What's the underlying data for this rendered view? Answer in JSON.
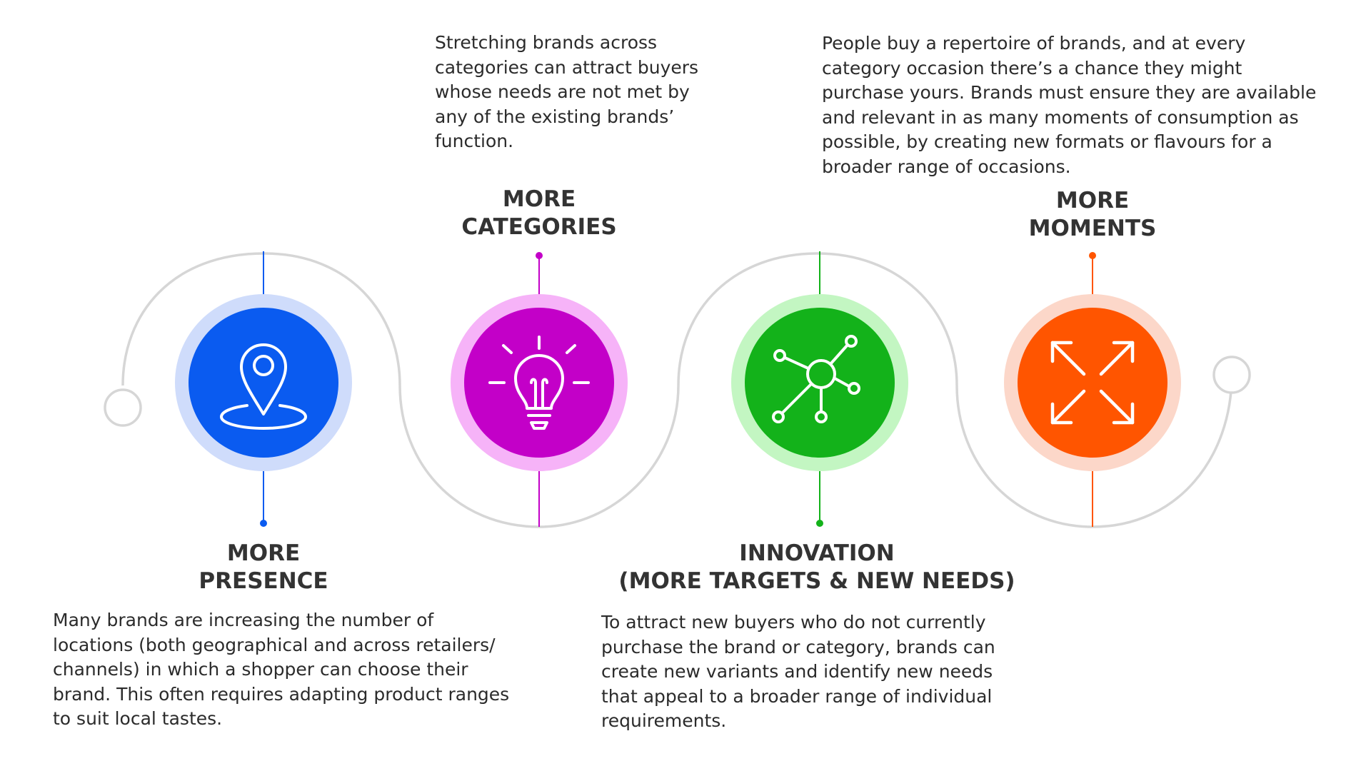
{
  "stages": [
    {
      "id": "presence",
      "heading": [
        "MORE",
        "PRESENCE"
      ],
      "description": [
        "Many brands are increasing the number of",
        "locations (both geographical and across retailers/",
        "channels) in which a shopper can choose their",
        "brand. This often requires adapting product ranges",
        "to suit local tastes."
      ],
      "icon": "location-pin-icon",
      "color": "#0a5bf0",
      "ring_color": "#cfdcfb"
    },
    {
      "id": "categories",
      "heading": [
        "MORE",
        "CATEGORIES"
      ],
      "description": [
        "Stretching brands across",
        "categories can attract buyers",
        "whose needs are not met by",
        "any of the existing brands’",
        "function."
      ],
      "icon": "lightbulb-icon",
      "color": "#c300c8",
      "ring_color": "#f6b3f8"
    },
    {
      "id": "innovation",
      "heading": [
        "INNOVATION",
        "(MORE TARGETS & NEW NEEDS)"
      ],
      "description": [
        "To attract new buyers who do not currently",
        "purchase the brand or category, brands can",
        "create new variants and identify new needs",
        "that appeal to a broader range of individual",
        "requirements."
      ],
      "icon": "network-nodes-icon",
      "color": "#13b21a",
      "ring_color": "#c3f6c2"
    },
    {
      "id": "moments",
      "heading": [
        "MORE",
        "MOMENTS"
      ],
      "description": [
        "People buy a repertoire of brands, and at every",
        "category occasion there’s a chance they might",
        "purchase yours. Brands must ensure they are available",
        "and relevant in as many moments of consumption as",
        "possible, by creating new formats or flavours for a",
        "broader range of occasions."
      ],
      "icon": "expand-arrows-icon",
      "color": "#ff5500",
      "ring_color": "#fcd7c9"
    }
  ],
  "track_color": "#d6d6d6"
}
